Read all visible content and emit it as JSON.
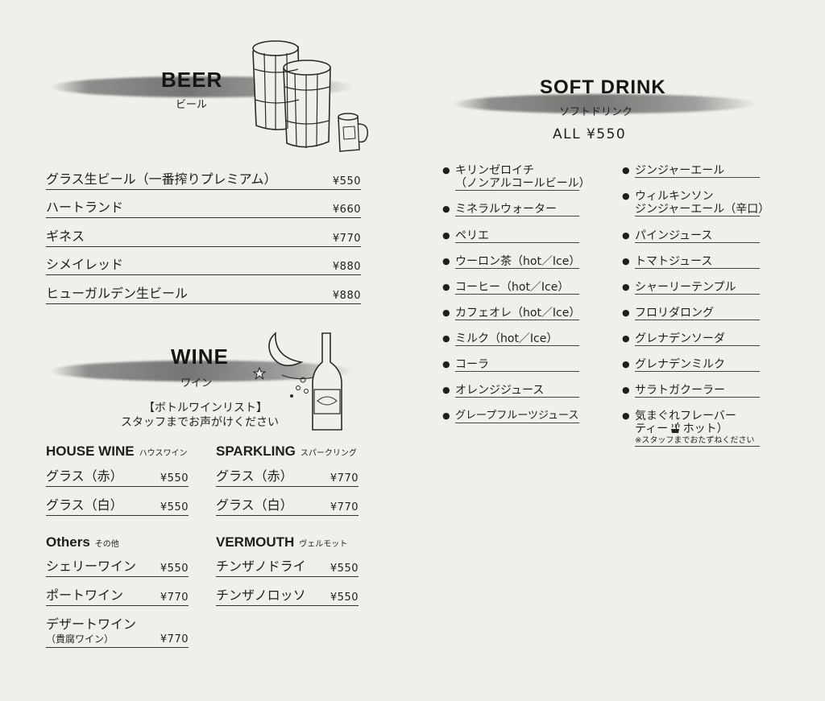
{
  "beer": {
    "title": "BEER",
    "subtitle": "ビール",
    "items": [
      {
        "name": "グラス生ビール（一番搾りプレミアム）",
        "price": "¥550"
      },
      {
        "name": "ハートランド",
        "price": "¥660"
      },
      {
        "name": "ギネス",
        "price": "¥770"
      },
      {
        "name": "シメイレッド",
        "price": "¥880"
      },
      {
        "name": "ヒューガルデン生ビール",
        "price": "¥880"
      }
    ]
  },
  "wine": {
    "title": "WINE",
    "subtitle": "ワイン",
    "note_line1": "【ボトルワインリスト】",
    "note_line2": "スタッフまでお声がけください",
    "house": {
      "title": "HOUSE WINE",
      "subtitle": "ハウスワイン",
      "items": [
        {
          "name": "グラス（赤）",
          "price": "¥550"
        },
        {
          "name": "グラス（白）",
          "price": "¥550"
        }
      ]
    },
    "sparkling": {
      "title": "SPARKLING",
      "subtitle": "スパークリング",
      "items": [
        {
          "name": "グラス（赤）",
          "price": "¥770"
        },
        {
          "name": "グラス（白）",
          "price": "¥770"
        }
      ]
    },
    "others": {
      "title": "Others",
      "subtitle": "その他",
      "items": [
        {
          "name": "シェリーワイン",
          "price": "¥550"
        },
        {
          "name": "ポートワイン",
          "price": "¥770"
        },
        {
          "name": "デザートワイン",
          "name2": "（貴腐ワイン）",
          "price": "¥770"
        }
      ]
    },
    "vermouth": {
      "title": "VERMOUTH",
      "subtitle": "ヴェルモット",
      "items": [
        {
          "name": "チンザノドライ",
          "price": "¥550"
        },
        {
          "name": "チンザノロッソ",
          "price": "¥550"
        }
      ]
    }
  },
  "soft": {
    "title": "SOFT DRINK",
    "subtitle": "ソフトドリンク",
    "price_all": "ALL ¥550",
    "bullet": "●",
    "left": [
      {
        "l1": "キリンゼロイチ",
        "l2": "（ノンアルコールビール）"
      },
      {
        "l1": "ミネラルウォーター"
      },
      {
        "l1": "ペリエ"
      },
      {
        "l1": "ウーロン茶（hot／Ice）"
      },
      {
        "l1": "コーヒー（hot／Ice）"
      },
      {
        "l1": "カフェオレ（hot／Ice）"
      },
      {
        "l1": "ミルク（hot／Ice）"
      },
      {
        "l1": "コーラ"
      },
      {
        "l1": "オレンジジュース"
      },
      {
        "l1": "グレープフルーツジュース"
      }
    ],
    "right": [
      {
        "l1": "ジンジャーエール"
      },
      {
        "l1": "ウィルキンソン",
        "l2": "ジンジャーエール（辛口）"
      },
      {
        "l1": "パインジュース"
      },
      {
        "l1": "トマトジュース"
      },
      {
        "l1": "シャーリーテンプル"
      },
      {
        "l1": "フロリダロング"
      },
      {
        "l1": "グレナデンソーダ"
      },
      {
        "l1": "グレナデンミルク"
      },
      {
        "l1": "サラトガクーラー"
      },
      {
        "l1": "気まぐれフレーバー",
        "l2": "ティー（ ホット）",
        "note": "※スタッフまでおたずねください"
      }
    ]
  },
  "icons": [
    "beer-barrels-icon",
    "beer-mug-icon",
    "wine-bottle-icon",
    "moon-icon",
    "star-icon",
    "hot-cup-icon"
  ],
  "colors": {
    "paper": "#f1efe9",
    "ink": "#1e1e1e",
    "brush": "#6e6e6e"
  }
}
